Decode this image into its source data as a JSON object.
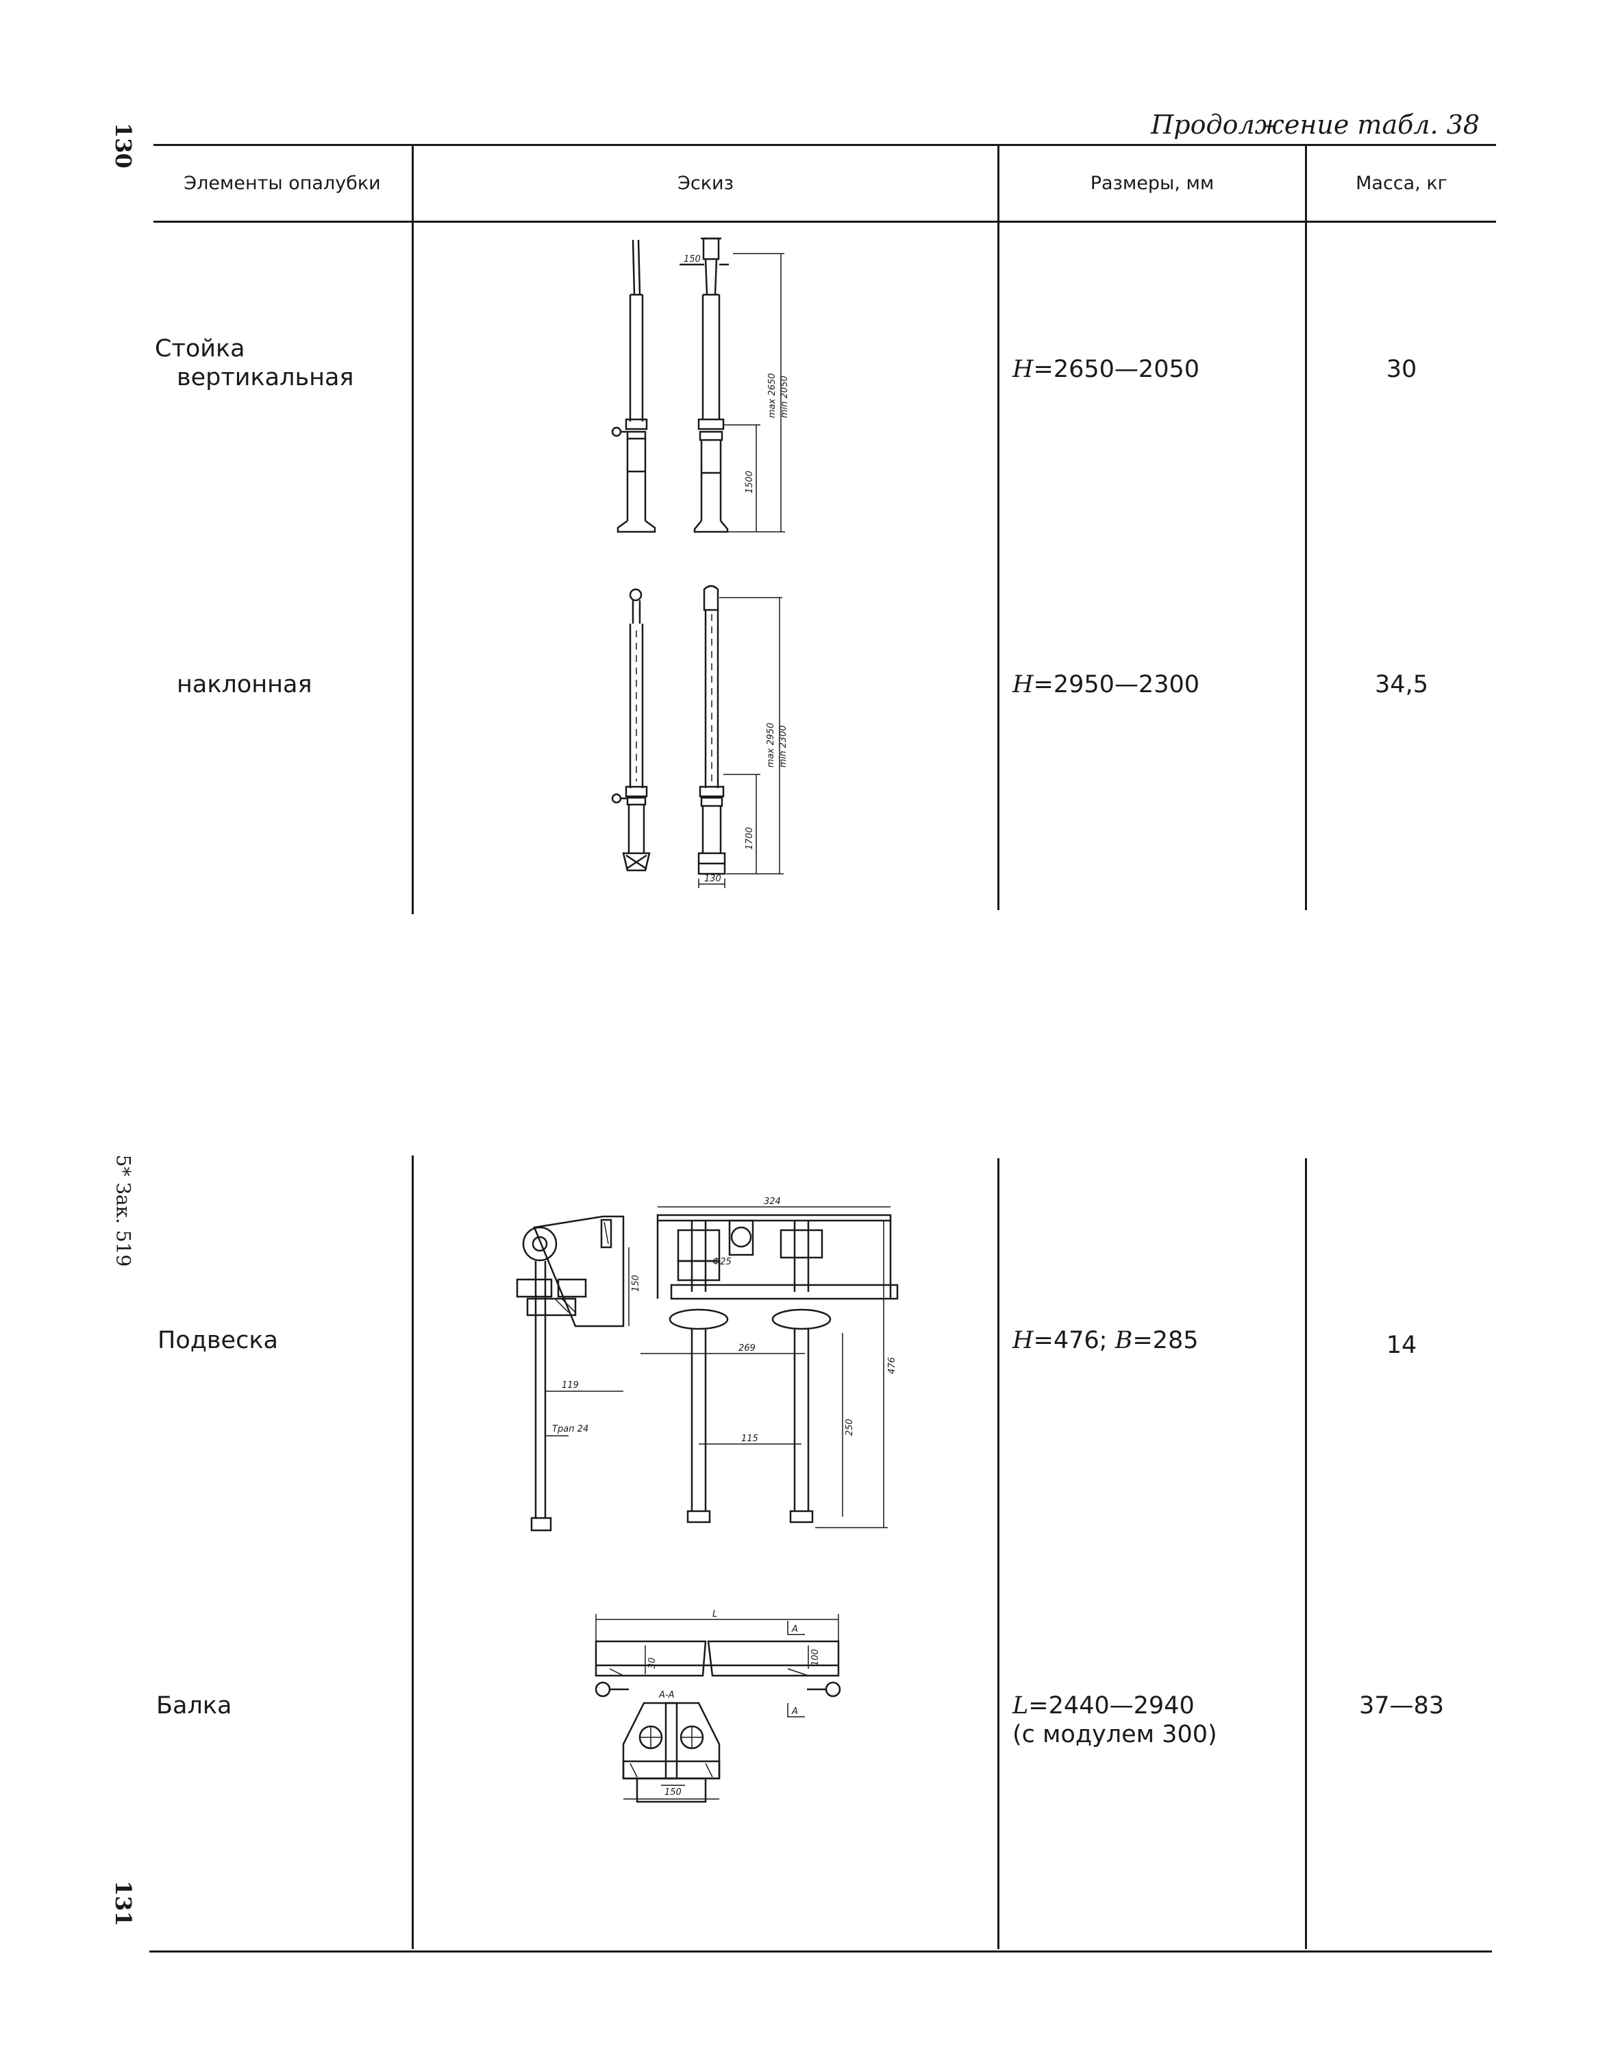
{
  "page": {
    "number_top": "130",
    "number_bottom": "131",
    "side_note": "5* Зак. 519",
    "caption": "Продолжение табл. 38"
  },
  "table": {
    "headers": [
      "Элементы опалубки",
      "Эскиз",
      "Размеры, мм",
      "Масса, кг"
    ],
    "rows": [
      {
        "name_lines": [
          "Стойка",
          "вертикальная"
        ],
        "size_var": "H",
        "size_value": "=2650—2050",
        "size_extra": "",
        "mass": "30",
        "sketch_labels": [
          "150",
          "max 2650",
          "min 2050",
          "1500"
        ]
      },
      {
        "name_lines": [
          "наклонная"
        ],
        "size_var": "H",
        "size_value": "=2950—2300",
        "size_extra": "",
        "mass": "34,5",
        "sketch_labels": [
          "max 2950",
          "min 2300",
          "1700",
          "130"
        ]
      },
      {
        "name_lines": [
          "Подвеска"
        ],
        "size_var": "H",
        "size_value": "=476;",
        "size_var2": "B",
        "size_value2": "=285",
        "size_extra": "",
        "mass": "14",
        "sketch_labels": [
          "324",
          "Ф25",
          "150",
          "119",
          "Трап 24",
          "269",
          "476",
          "250",
          "115"
        ]
      },
      {
        "name_lines": [
          "Балка"
        ],
        "size_var": "L",
        "size_value": "=2440—2940",
        "size_extra": "(с модулем 300)",
        "mass": "37—83",
        "sketch_labels": [
          "L",
          "A",
          "30",
          "100",
          "A-A",
          "A",
          "150"
        ]
      }
    ]
  }
}
